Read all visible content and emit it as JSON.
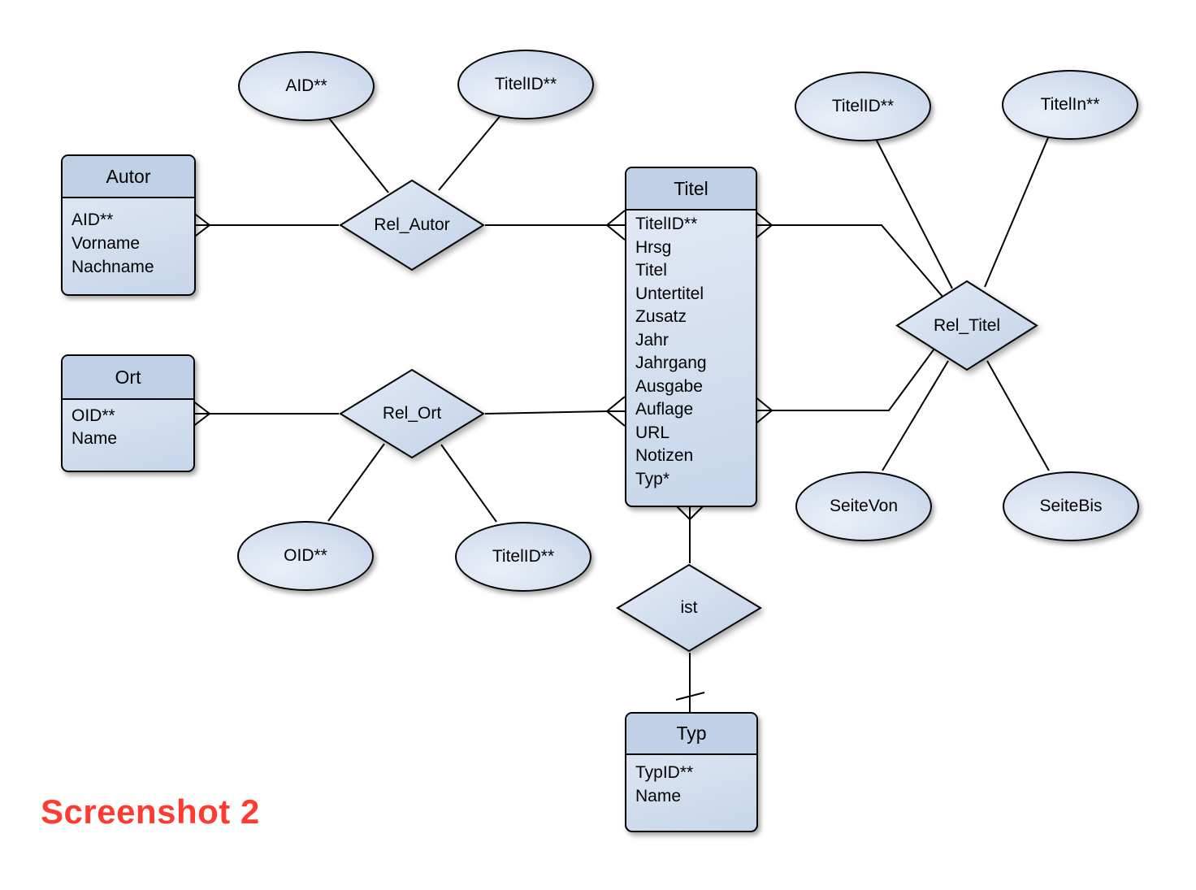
{
  "diagram": {
    "entities": {
      "autor": {
        "title": "Autor",
        "attributes": [
          "AID**",
          "Vorname",
          "Nachname"
        ]
      },
      "ort": {
        "title": "Ort",
        "attributes": [
          "OID**",
          "Name"
        ]
      },
      "titel": {
        "title": "Titel",
        "attributes": [
          "TitelID**",
          "Hrsg",
          "Titel",
          "Untertitel",
          "Zusatz",
          "Jahr",
          "Jahrgang",
          "Ausgabe",
          "Auflage",
          "URL",
          "Notizen",
          "Typ*"
        ]
      },
      "typ": {
        "title": "Typ",
        "attributes": [
          "TypID**",
          "Name"
        ]
      }
    },
    "relationships": {
      "rel_autor": {
        "label": "Rel_Autor"
      },
      "rel_ort": {
        "label": "Rel_Ort"
      },
      "rel_titel": {
        "label": "Rel_Titel"
      },
      "ist": {
        "label": "ist"
      }
    },
    "attribute_ellipses": {
      "aid": {
        "label": "AID**"
      },
      "titelid_autor": {
        "label": "TitelID**"
      },
      "titelid_titel": {
        "label": "TitelID**"
      },
      "titelin": {
        "label": "TitelIn**"
      },
      "oid": {
        "label": "OID**"
      },
      "titelid_ort": {
        "label": "TitelID**"
      },
      "seitevon": {
        "label": "SeiteVon"
      },
      "seitebis": {
        "label": "SeiteBis"
      }
    },
    "caption": {
      "text": "Screenshot 2",
      "color": "#ff3b30"
    },
    "colors": {
      "entity_header_fill": "#bfd0e7",
      "shape_fill_light": "#e7edf7",
      "shape_fill_dark": "#c5d4ea",
      "border": "#000000",
      "connector": "#000000",
      "background": "#ffffff"
    }
  }
}
